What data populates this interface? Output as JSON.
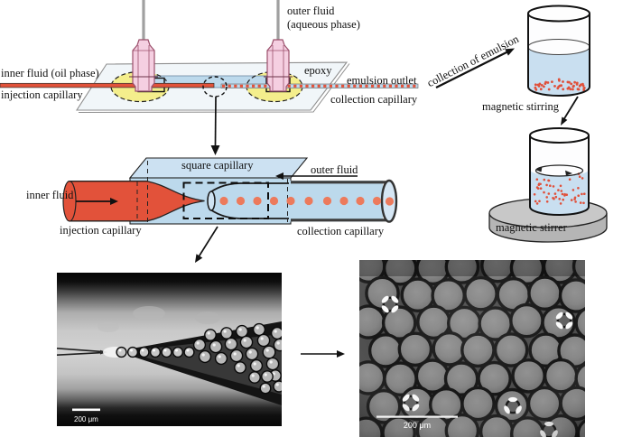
{
  "labels": {
    "top_device": {
      "inner_fluid": "inner fluid (oil phase)",
      "injection_capillary": "injection capillary",
      "outer_fluid_line1": "outer fluid",
      "outer_fluid_line2": "(aqueous phase)",
      "epoxy": "epoxy",
      "emulsion_outlet": "emulsion outlet",
      "collection_capillary": "collection capillary"
    },
    "process": {
      "collection_of_emulsion": "collection of emulsion",
      "magnetic_stirring": "magnetic stirring",
      "magnetic_stirrer": "magnetic stirrer"
    },
    "middle_device": {
      "square_capillary": "square capillary",
      "outer_fluid": "outer fluid",
      "inner_fluid": "inner fluid",
      "injection_capillary": "injection capillary",
      "collection_capillary": "collection capillary"
    },
    "micrographs": {
      "left_scale": "200 μm",
      "right_scale": "200 μm"
    }
  },
  "colors": {
    "inner_fluid_red": "#e2523a",
    "droplet_salmon": "#ec7a5c",
    "outer_fluid_blue": "#bcd9ec",
    "epoxy_yellow": "#f4ee8c",
    "syringe_pink": "#f5cfe1",
    "stirrer_gray": "#bdbdbd"
  }
}
